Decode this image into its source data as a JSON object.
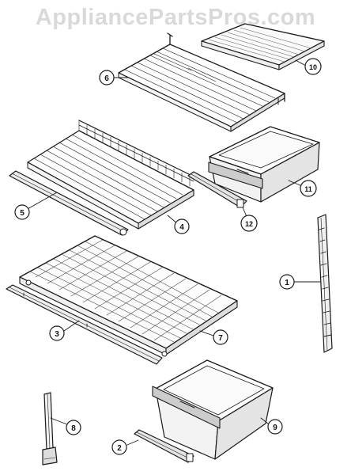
{
  "watermark": "AppliancePartsPros.com",
  "callouts": [
    {
      "id": "1",
      "label": "1"
    },
    {
      "id": "2",
      "label": "2"
    },
    {
      "id": "3",
      "label": "3"
    },
    {
      "id": "4",
      "label": "4"
    },
    {
      "id": "5",
      "label": "5"
    },
    {
      "id": "6",
      "label": "6"
    },
    {
      "id": "7",
      "label": "7"
    },
    {
      "id": "8",
      "label": "8"
    },
    {
      "id": "9",
      "label": "9"
    },
    {
      "id": "10",
      "label": "10"
    },
    {
      "id": "11",
      "label": "11"
    },
    {
      "id": "12",
      "label": "12"
    }
  ],
  "colors": {
    "line": "#1a1a1a",
    "watermark": "#d9d9d9",
    "background": "#ffffff"
  }
}
